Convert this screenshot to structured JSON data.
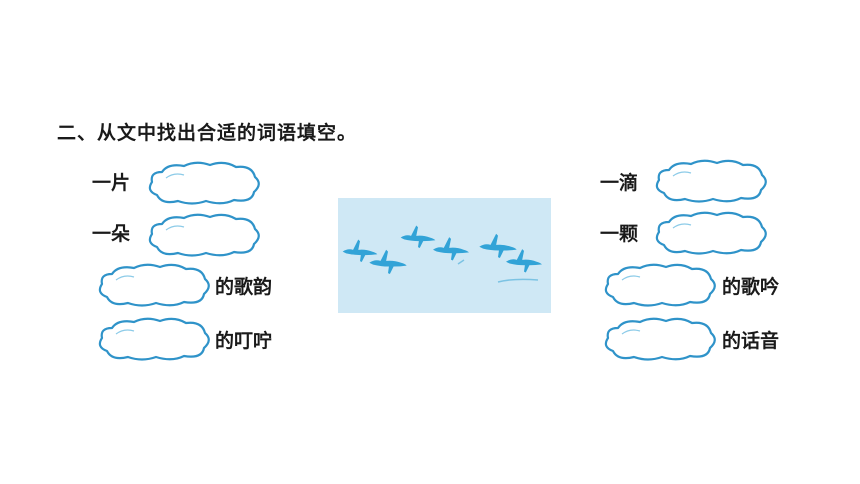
{
  "question": {
    "title": "二、从文中找出合适的词语填空。"
  },
  "left": [
    {
      "label": "一片"
    },
    {
      "label": "一朵"
    },
    {
      "label": "的歌韵"
    },
    {
      "label": "的叮咛"
    }
  ],
  "right": [
    {
      "label": "一滴"
    },
    {
      "label": "一颗"
    },
    {
      "label": "的歌吟"
    },
    {
      "label": "的话音"
    }
  ],
  "colors": {
    "cloud_stroke": "#2f93c9",
    "picture_bg": "#cfe8f5",
    "bird": "#2aa0d6"
  },
  "icons": {
    "cloud": "cloud-blank-icon",
    "birds": "flying-geese-illustration"
  }
}
